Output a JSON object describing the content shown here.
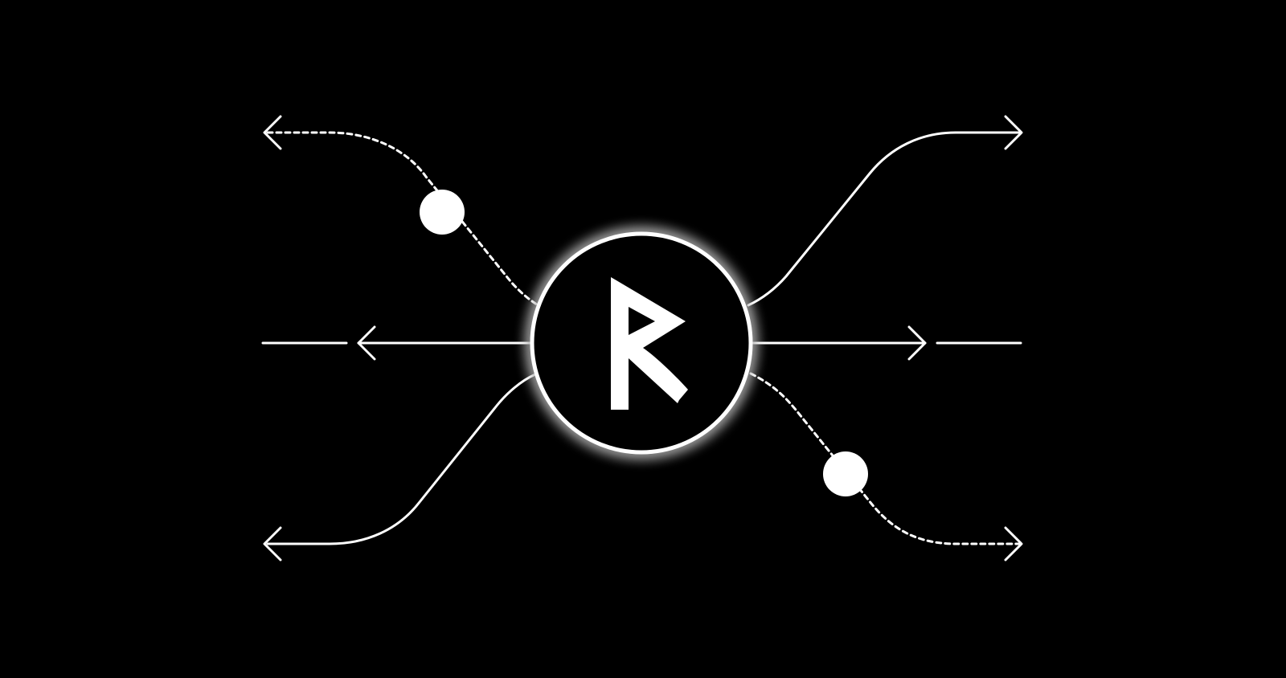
{
  "colors": {
    "background": "#000000",
    "foreground": "#ffffff"
  },
  "diagram": {
    "center_icon": "rune-raido-logo-icon",
    "branches": [
      {
        "side": "left",
        "position": "top",
        "style": "dashed",
        "direction": "outward",
        "has_node": true
      },
      {
        "side": "left",
        "position": "middle",
        "style": "solid",
        "direction": "outward",
        "has_node": false
      },
      {
        "side": "left",
        "position": "bottom",
        "style": "solid",
        "direction": "outward",
        "has_node": false
      },
      {
        "side": "right",
        "position": "top",
        "style": "solid",
        "direction": "outward",
        "has_node": false
      },
      {
        "side": "right",
        "position": "middle",
        "style": "solid",
        "direction": "outward",
        "has_node": false
      },
      {
        "side": "right",
        "position": "bottom",
        "style": "dashed",
        "direction": "outward",
        "has_node": true
      }
    ]
  }
}
